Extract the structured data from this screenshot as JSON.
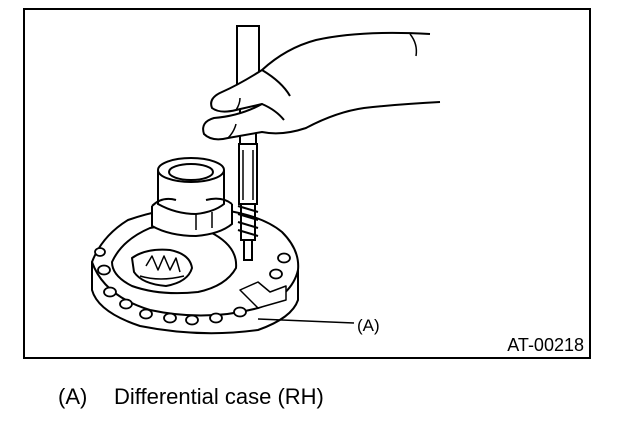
{
  "figure": {
    "callout_label": "(A)",
    "figure_code": "AT-00218"
  },
  "legend": [
    {
      "key": "(A)",
      "text": "Differential case (RH)"
    }
  ]
}
